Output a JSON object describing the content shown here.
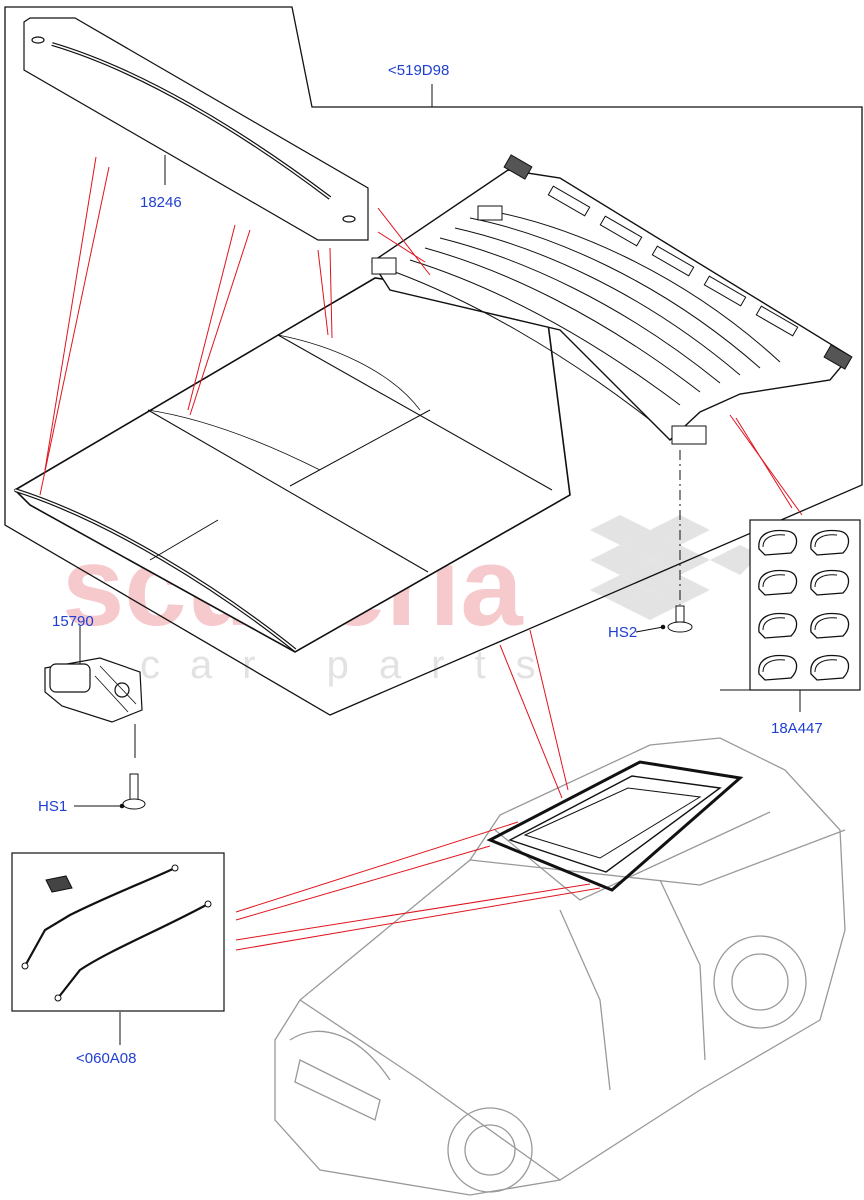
{
  "watermark": {
    "title": "scuderia",
    "subtitle": "car parts"
  },
  "callouts": {
    "assembly": "<519D98",
    "seal_strip": "18246",
    "motor": "15790",
    "screw_hs1": "HS1",
    "bolt_hs2": "HS2",
    "clips": "18A447",
    "drain_tubes": "<060A08"
  },
  "colors": {
    "label": "#1f3fd0",
    "leader_red": "#e0141e",
    "line": "#111111",
    "watermark_red": "#f6c9cc"
  }
}
